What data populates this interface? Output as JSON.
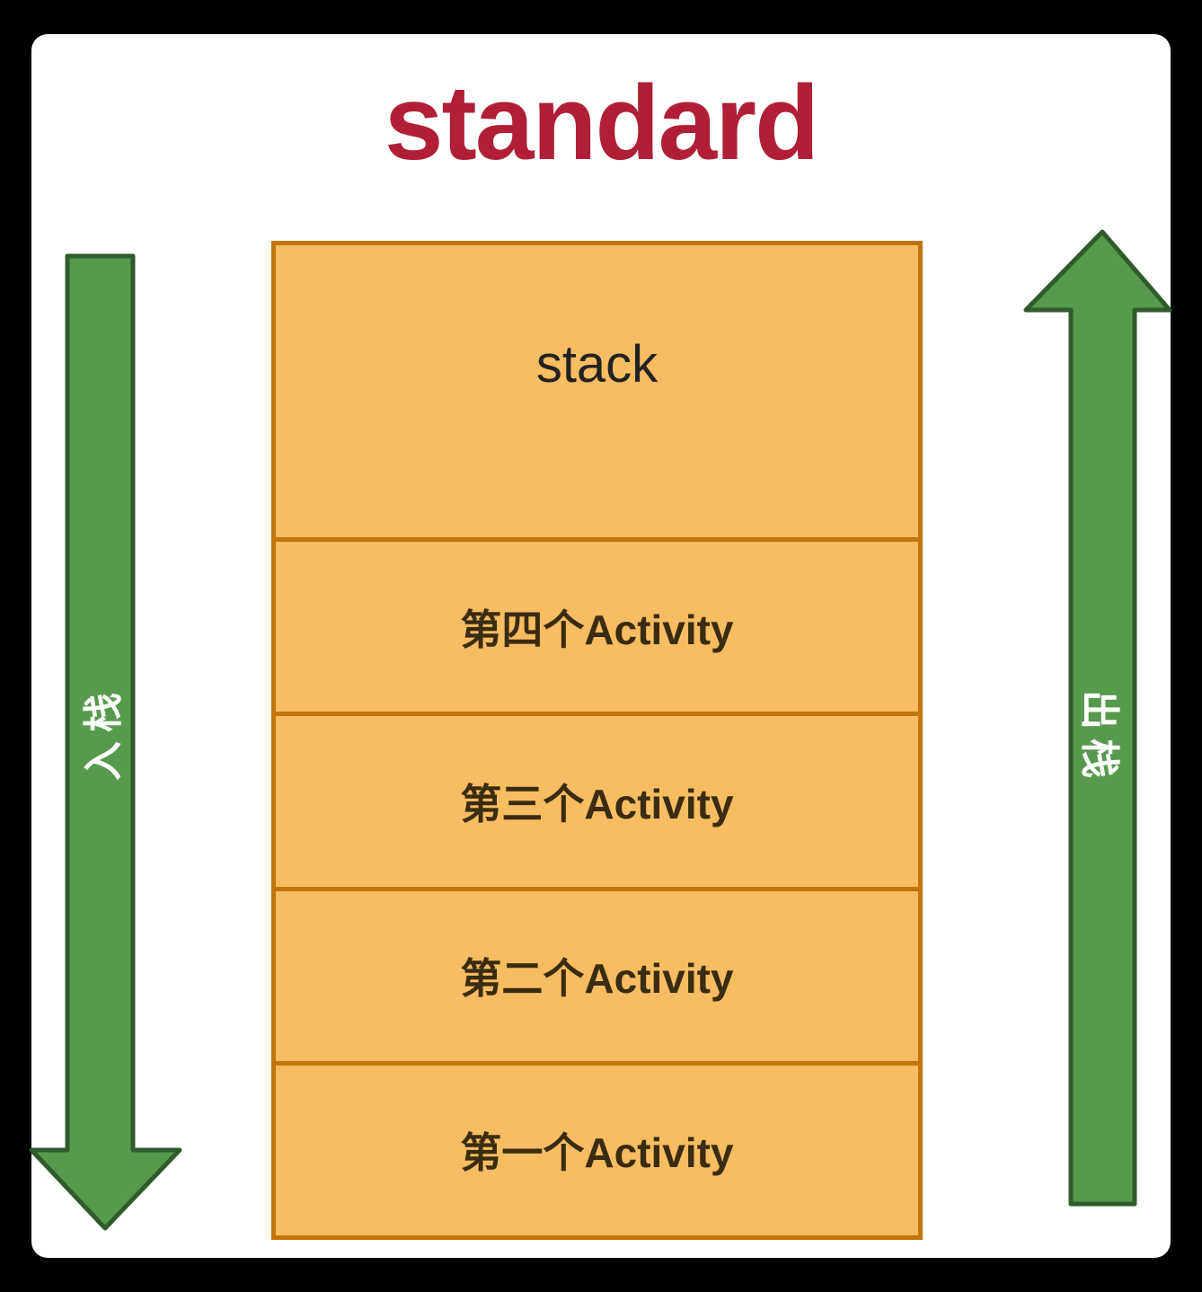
{
  "title": {
    "text": "standard"
  },
  "stack": {
    "rows": [
      {
        "label": "stack"
      },
      {
        "label": "第四个Activity"
      },
      {
        "label": "第三个Activity"
      },
      {
        "label": "第二个Activity"
      },
      {
        "label": "第一个Activity"
      }
    ]
  },
  "arrows": {
    "left": {
      "label": "入栈",
      "direction": "down"
    },
    "right": {
      "label": "出栈",
      "direction": "up"
    }
  },
  "colors": {
    "frame_bg": "#000000",
    "card_bg": "#ffffff",
    "title_color": "#b01f36",
    "box_fill": "#f8bc62",
    "box_border": "#c0760c",
    "box_text": "#3a2c10",
    "stack_text": "#222222",
    "arrow_fill": "#579a4e",
    "arrow_stroke": "#2f5c2a",
    "arrow_label": "#ffffff"
  }
}
